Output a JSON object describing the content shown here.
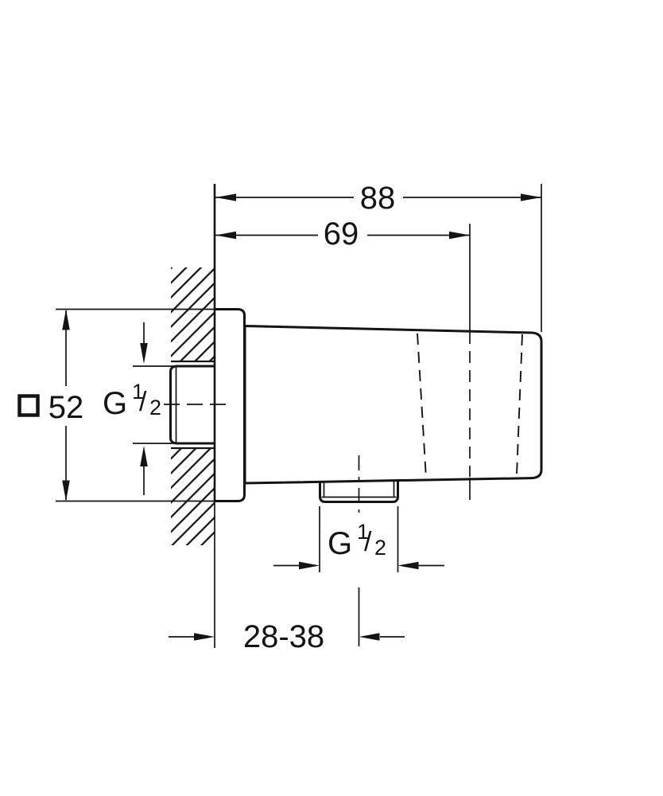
{
  "drawing": {
    "dimensions": {
      "overall_depth": "88",
      "body_depth": "69",
      "face_height": "52",
      "wall_thickness_range": "28-38"
    },
    "thread_labels": {
      "wall": {
        "letter": "G",
        "numerator": "1",
        "slash": "/",
        "denominator": "2"
      },
      "outlet": {
        "letter": "G",
        "numerator": "1",
        "slash": "/",
        "denominator": "2"
      }
    },
    "symbols": {
      "face_height_prefix": "square-outline"
    },
    "colors": {
      "line": "#141414",
      "background": "#ffffff"
    }
  }
}
